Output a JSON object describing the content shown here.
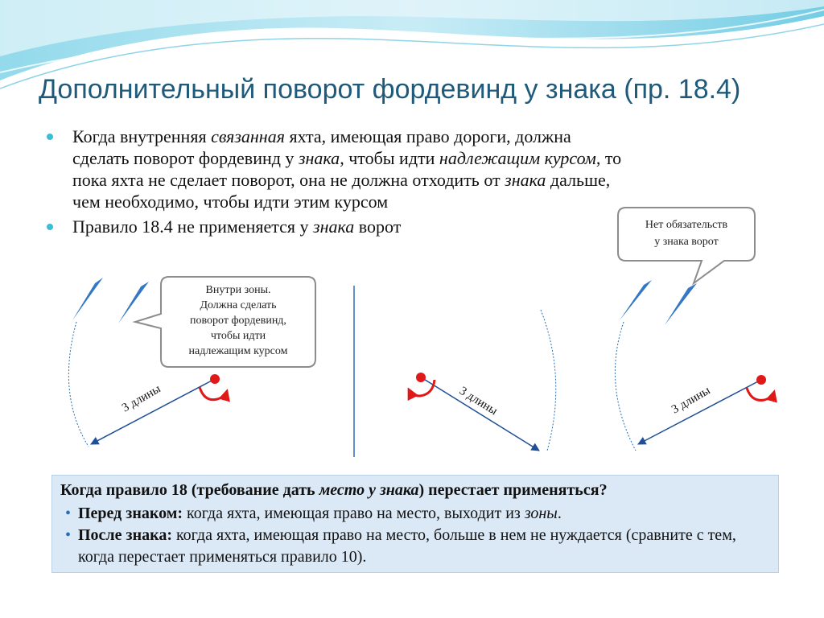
{
  "title": "Дополнительный поворот фордевинд у знака (пр. 18.4)",
  "bullet1": {
    "part1": "Когда внутренняя ",
    "em1": "связанная",
    "part2": " яхта, имеющая право дороги, должна сделать поворот фордевинд у ",
    "em2": "знака",
    "part3": ", чтобы идти ",
    "em3": "надлежащим курсом",
    "part4": ", то пока яхта не сделает поворот, она не должна отходить от ",
    "em4": "знака",
    "part5": " дальше, чем необходимо, чтобы идти этим курсом"
  },
  "bullet2": {
    "part1": "Правило 18.4 не применяется у ",
    "em1": "знака",
    "part2": " ворот"
  },
  "callout_left": [
    "Внутри зоны.",
    "Должна сделать",
    "поворот фордевинд,",
    "чтобы идти",
    "надлежащим курсом"
  ],
  "callout_right": [
    "Нет обязательств",
    "у знака ворот"
  ],
  "length_label": "3 длины",
  "infobox": {
    "q_part1": "Когда правило 18 (требование дать ",
    "q_em": "место у знака",
    "q_part2": ") перестает применяться?",
    "item1_bold": "Перед знаком:",
    "item1_part1": " когда яхта, имеющая право на место, выходит из ",
    "item1_em": "зоны",
    "item1_part2": ".",
    "item2_bold": "После знака:",
    "item2_text": " когда яхта, имеющая право на место, больше в нем не нуждается (сравните с тем, когда перестает применяться правило 10)."
  },
  "colors": {
    "title": "#1f5a7a",
    "boat": "#1f6fc4",
    "mark": "#e01818",
    "zone": "#2a6fb5",
    "infobox": "#dbe9f7"
  }
}
